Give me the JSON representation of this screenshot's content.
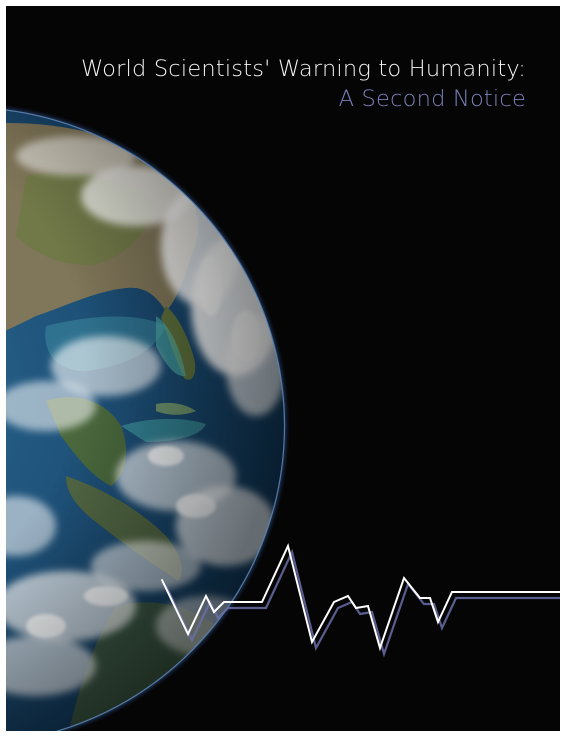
{
  "cover": {
    "title_line1": "World Scientists' Warning to Humanity:",
    "title_line2": "A Second Notice"
  },
  "colors": {
    "background": "#050506",
    "title": "#f4f4f4",
    "subtitle": "#7b80b8",
    "pulse": "#ffffff",
    "pulse_shadow": "#6a6fa8"
  },
  "images": {
    "earth": "earth-globe-image",
    "pulse": "heartbeat-line"
  }
}
